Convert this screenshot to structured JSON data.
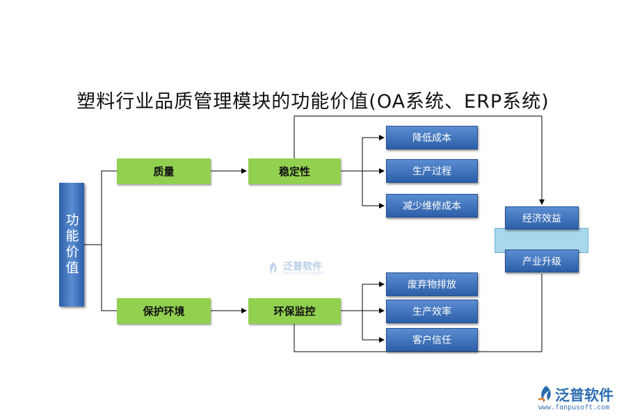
{
  "title": "塑料行业品质管理模块的功能价值(OA系统、ERP系统)",
  "root": "功能价值",
  "level1": [
    "质量",
    "保护环境"
  ],
  "level2": [
    "稳定性",
    "环保监控"
  ],
  "outcomes_top": [
    "降低成本",
    "生产过程",
    "减少维修成本"
  ],
  "outcomes_bottom": [
    "废弃物排放",
    "生产效率",
    "客户信任"
  ],
  "results": [
    "经济效益",
    "产业升级"
  ],
  "colors": {
    "green": "#92d050",
    "blue": "#3a6fb5",
    "band": "#a9d8ee"
  },
  "watermark": {
    "name": "泛普软件",
    "sub": "FANPU SOFTWARE"
  },
  "logo": {
    "name": "泛普软件",
    "url": "www.fanpusoft.com"
  }
}
